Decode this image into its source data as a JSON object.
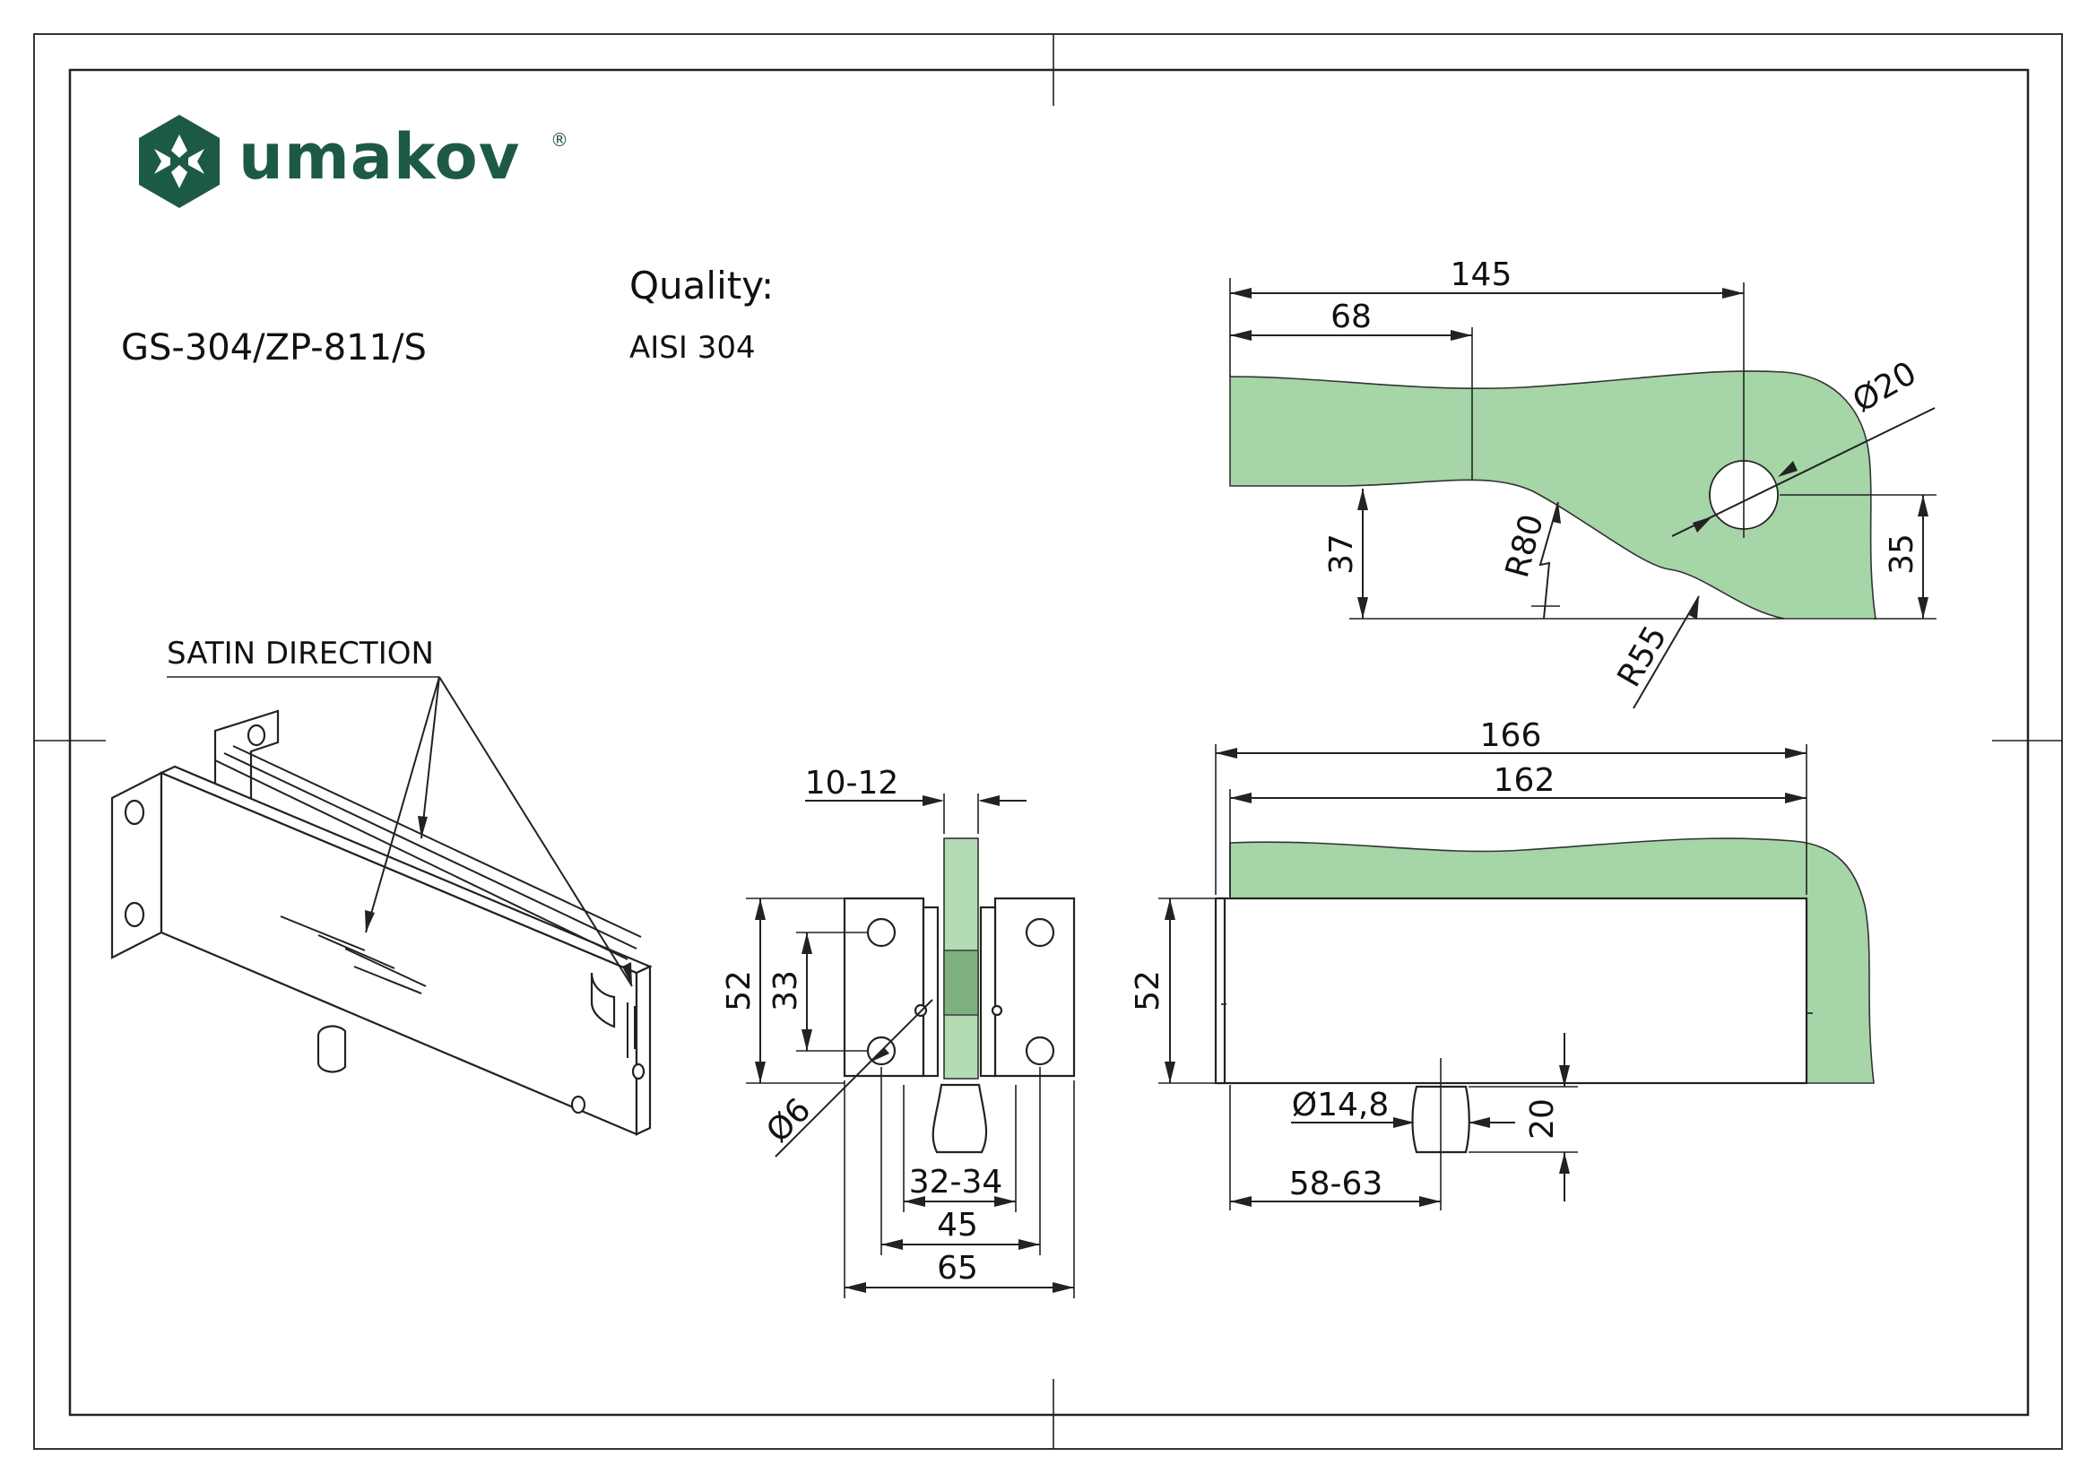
{
  "brand": {
    "name": "umakov",
    "registered_mark": "®",
    "color": "#1d5a45"
  },
  "product": {
    "code": "GS-304/ZP-811/S"
  },
  "quality": {
    "label": "Quality:",
    "value": "AISI 304"
  },
  "annotations": {
    "satin_direction": "SATIN DIRECTION"
  },
  "colors": {
    "glass": "#a6d5a7",
    "line": "#222222",
    "brand": "#1d5a45"
  },
  "dimensions": {
    "top_view": {
      "d145": "145",
      "d68": "68",
      "d37": "37",
      "d35": "35",
      "r80": "R80",
      "r55": "R55",
      "dia20": "Ø20"
    },
    "side_view": {
      "d10_12": "10-12",
      "d52": "52",
      "d33": "33",
      "dia6": "Ø6",
      "d32_34": "32-34",
      "d45": "45",
      "d65": "65"
    },
    "front_view": {
      "d166": "166",
      "d162": "162",
      "d52": "52",
      "dia14_8": "Ø14,8",
      "d20": "20",
      "d58_63": "58-63"
    }
  }
}
